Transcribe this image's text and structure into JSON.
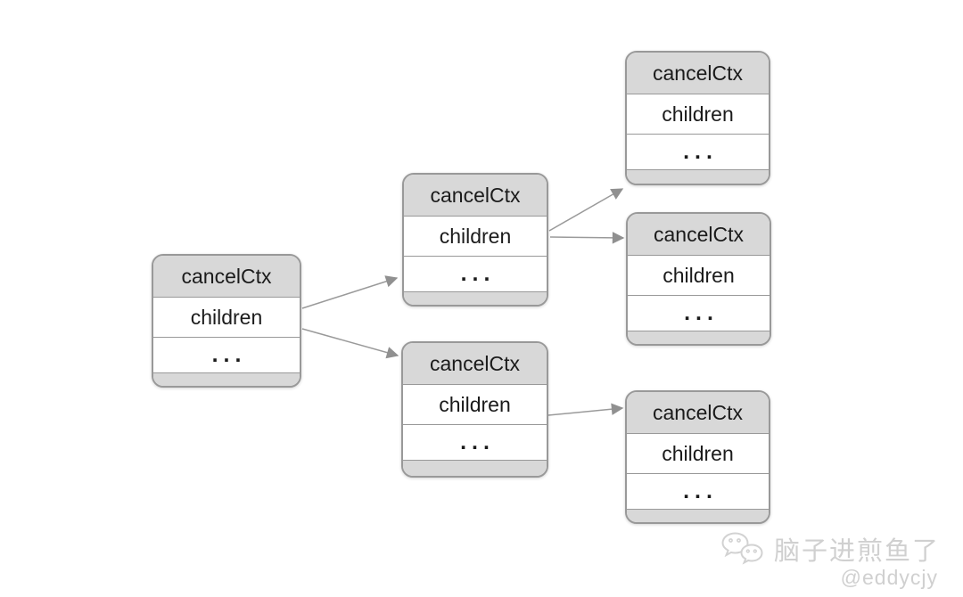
{
  "diagram": {
    "description": "Tree of cancelCtx context nodes with children propagation",
    "nodes": [
      {
        "id": "ctx-root",
        "title": "cancelCtx",
        "fields": [
          "children",
          "..."
        ]
      },
      {
        "id": "ctx-child-1",
        "title": "cancelCtx",
        "fields": [
          "children",
          "..."
        ]
      },
      {
        "id": "ctx-child-2",
        "title": "cancelCtx",
        "fields": [
          "children",
          "..."
        ]
      },
      {
        "id": "ctx-grandchild-1",
        "title": "cancelCtx",
        "fields": [
          "children",
          "..."
        ]
      },
      {
        "id": "ctx-grandchild-2",
        "title": "cancelCtx",
        "fields": [
          "children",
          "..."
        ]
      },
      {
        "id": "ctx-grandchild-3",
        "title": "cancelCtx",
        "fields": [
          "children",
          "..."
        ]
      }
    ],
    "edges": [
      {
        "from": "ctx-root",
        "to": "ctx-child-1"
      },
      {
        "from": "ctx-root",
        "to": "ctx-child-2"
      },
      {
        "from": "ctx-child-1",
        "to": "ctx-grandchild-1"
      },
      {
        "from": "ctx-child-1",
        "to": "ctx-grandchild-2"
      },
      {
        "from": "ctx-child-2",
        "to": "ctx-grandchild-3"
      }
    ],
    "colors": {
      "header_fill": "#d8d8d8",
      "body_fill": "#ffffff",
      "border": "#999999",
      "arrow": "#909090",
      "text": "#1b1b1b"
    }
  },
  "watermark": {
    "icon": "wechat-icon",
    "name": "脑子进煎鱼了",
    "handle": "@eddycjy",
    "color": "#d0d0d0"
  }
}
